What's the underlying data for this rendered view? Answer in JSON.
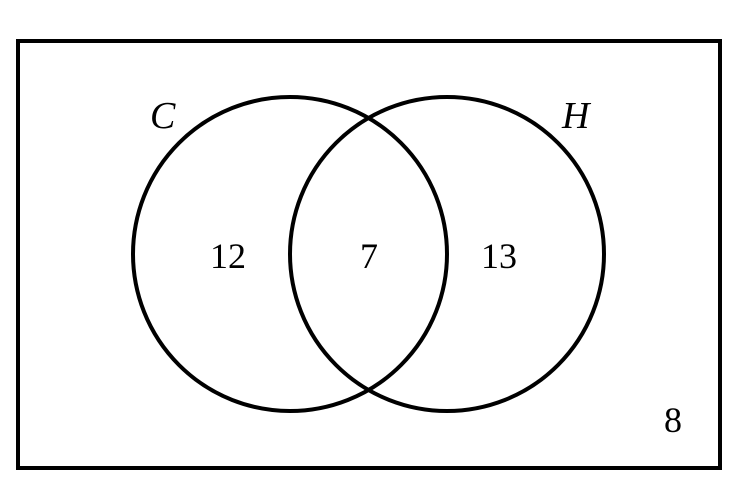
{
  "diagram": {
    "type": "venn",
    "sets": [
      {
        "id": "C",
        "label": "C"
      },
      {
        "id": "H",
        "label": "H"
      }
    ],
    "regions": {
      "only_C": "12",
      "both": "7",
      "only_H": "13",
      "outside": "8"
    },
    "colors": {
      "stroke": "#000000",
      "background": "#ffffff"
    }
  }
}
